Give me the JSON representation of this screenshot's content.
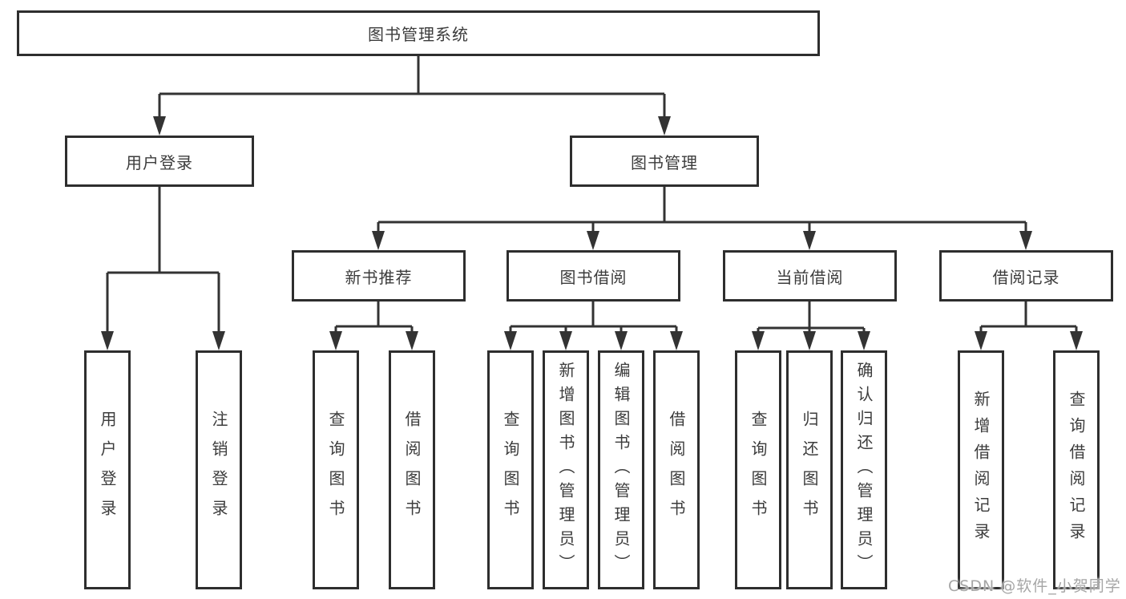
{
  "diagram": {
    "root": {
      "label": "图书管理系统"
    },
    "level1": [
      {
        "label": "用户登录"
      },
      {
        "label": "图书管理"
      }
    ],
    "level2": [
      {
        "label": "新书推荐"
      },
      {
        "label": "图书借阅"
      },
      {
        "label": "当前借阅"
      },
      {
        "label": "借阅记录"
      }
    ],
    "leaves": {
      "user_login": [
        {
          "label": "用户登录"
        },
        {
          "label": "注销登录"
        }
      ],
      "new_book": [
        {
          "label": "查询图书"
        },
        {
          "label": "借阅图书"
        }
      ],
      "book_borrow": [
        {
          "label": "查询图书"
        },
        {
          "label": "新增图书（管理员）"
        },
        {
          "label": "编辑图书（管理员）"
        },
        {
          "label": "借阅图书"
        }
      ],
      "current_borrow": [
        {
          "label": "查询图书"
        },
        {
          "label": "归还图书"
        },
        {
          "label": "确认归还（管理员）"
        }
      ],
      "borrow_record": [
        {
          "label": "新增借阅记录"
        },
        {
          "label": "查询借阅记录"
        }
      ]
    },
    "watermark": "CSDN @软件_小贺同学",
    "colors": {
      "line": "#333333",
      "border": "#2e2e2e",
      "text": "#3c3c3c",
      "watermark": "#a6a6a6",
      "background": "#ffffff"
    }
  }
}
